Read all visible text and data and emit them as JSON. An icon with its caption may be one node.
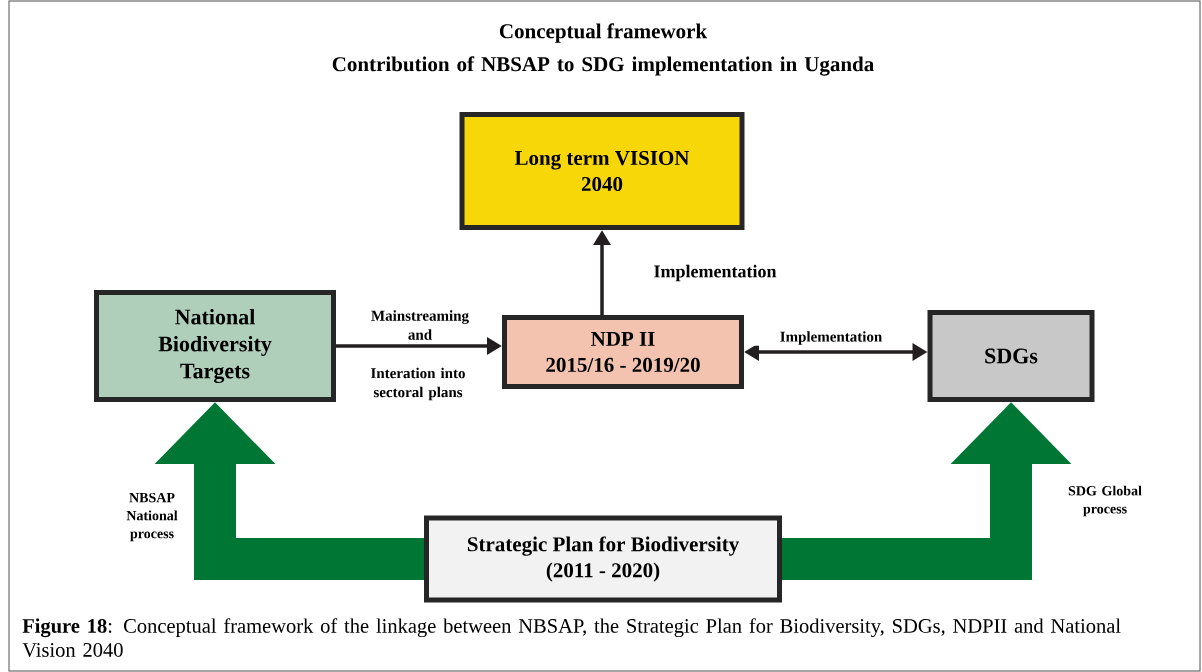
{
  "diagram": {
    "title": "Conceptual framework",
    "caption": "**Figure 18**: Conceptual framework of the linkage between NBSAP, the Strategic Plan for Biodiversity, SDGs, NDPII and National Vision 2040",
    "nodes": [
      {
        "text": [
          "Long term VISION 2040"
        ]
      },
      {
        "text": [
          "National Biodiversity Targets"
        ]
      },
      {
        "text": [
          "NDP II",
          "2015/16 - 2019/20"
        ]
      },
      {
        "text": [
          "SDGs"
        ]
      },
      {
        "text": [
          "Strategic Plan for Biodiversity (2011 - 2020)"
        ]
      }
    ],
    "edges": [
      {
        "from": 1,
        "to": 2,
        "arrow": "to",
        "label": "Mainstreaming and"
      },
      {
        "from": 2,
        "to": 0,
        "arrow": "to",
        "label": "Implementation"
      },
      {
        "from": 2,
        "to": 3,
        "arrow": "both",
        "label": "Implementation"
      },
      {
        "from": 4,
        "to": 1,
        "arrow": "to",
        "style": "thick",
        "color": "#007635",
        "label": "NBSAP National process"
      },
      {
        "from": 4,
        "to": 3,
        "arrow": "to",
        "style": "thick",
        "color": "#007635",
        "label": "SDG Global process"
      }
    ],
    "labels": [
      "Contribution of NBSAP to SDG implementation in Uganda",
      "Interation into sectoral plans"
    ]
  }
}
